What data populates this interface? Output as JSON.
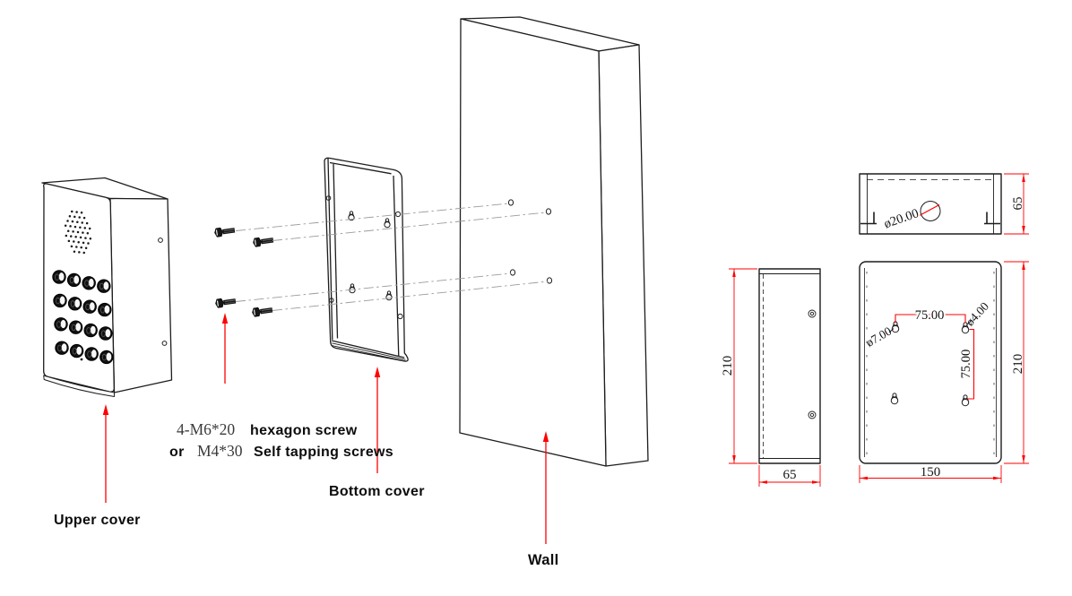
{
  "exploded_view": {
    "labels": {
      "upper_cover": "Upper cover",
      "bottom_cover": "Bottom cover",
      "wall": "Wall",
      "screw_spec_code1": "4-M6*20",
      "screw_spec_text1": "hexagon screw",
      "screw_spec_or": "or",
      "screw_spec_code2": "M4*30",
      "screw_spec_text2": "Self tapping screws"
    }
  },
  "dimension_views": {
    "top_view": {
      "hole_diameter": "ø20.00",
      "depth": "65"
    },
    "side_view": {
      "height": "210",
      "depth": "65"
    },
    "front_view": {
      "height": "210",
      "width": "150",
      "hole_spacing_horizontal": "75.00",
      "hole_spacing_vertical": "75.00",
      "large_hole_diameter": "ø7.00",
      "small_hole_diameter": "ø4.00"
    }
  },
  "colors": {
    "line": "#1d1d1d",
    "guide": "#9b9b9b",
    "accent_red": "#ff0000",
    "background": "#ffffff"
  }
}
